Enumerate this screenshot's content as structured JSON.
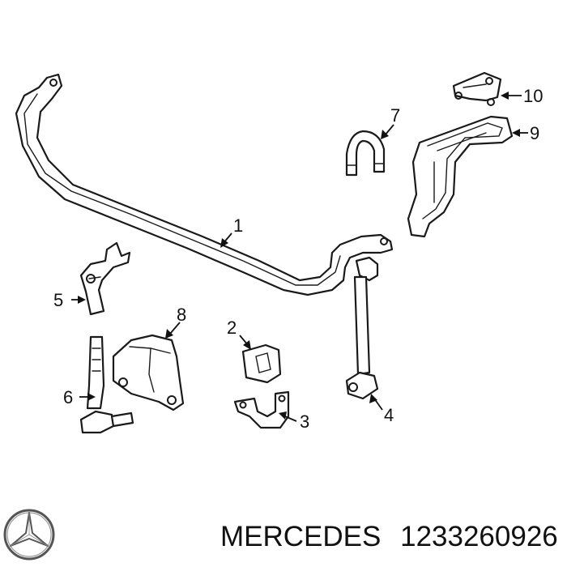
{
  "callouts": [
    "1",
    "2",
    "3",
    "4",
    "5",
    "6",
    "7",
    "8",
    "9",
    "10"
  ],
  "brand": "MERCEDES",
  "part_number": "1233260926",
  "logo_icon": "mercedes-star-icon",
  "colors": {
    "ink": "#1a1a1a",
    "paper": "#ffffff"
  }
}
